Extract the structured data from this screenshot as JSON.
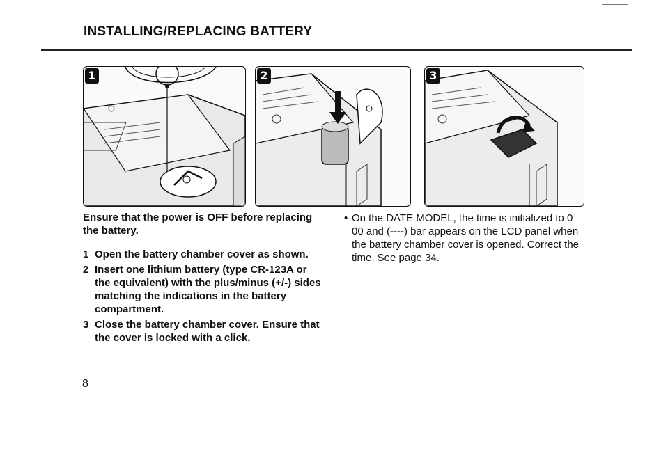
{
  "page": {
    "title": "INSTALLING/REPLACING BATTERY",
    "page_number": "8"
  },
  "figures": [
    {
      "badge": "1"
    },
    {
      "badge": "2"
    },
    {
      "badge": "3"
    }
  ],
  "left_column": {
    "warning": "Ensure that the power is OFF before replacing the battery.",
    "steps": [
      {
        "number": "1",
        "text": "Open the battery chamber cover as shown."
      },
      {
        "number": "2",
        "text": "Insert one lithium battery (type CR-123A or the equivalent) with the plus/minus (+/-) sides matching the indications in the battery compartment."
      },
      {
        "number": "3",
        "text": "Close the battery chamber cover. Ensure that the cover is locked with a click."
      }
    ]
  },
  "right_column": {
    "bullet": "•",
    "note": "On the DATE MODEL, the time is initialized to 0 00 and (----) bar appears on the LCD panel when the battery chamber cover is opened. Correct the time. See page 34."
  }
}
